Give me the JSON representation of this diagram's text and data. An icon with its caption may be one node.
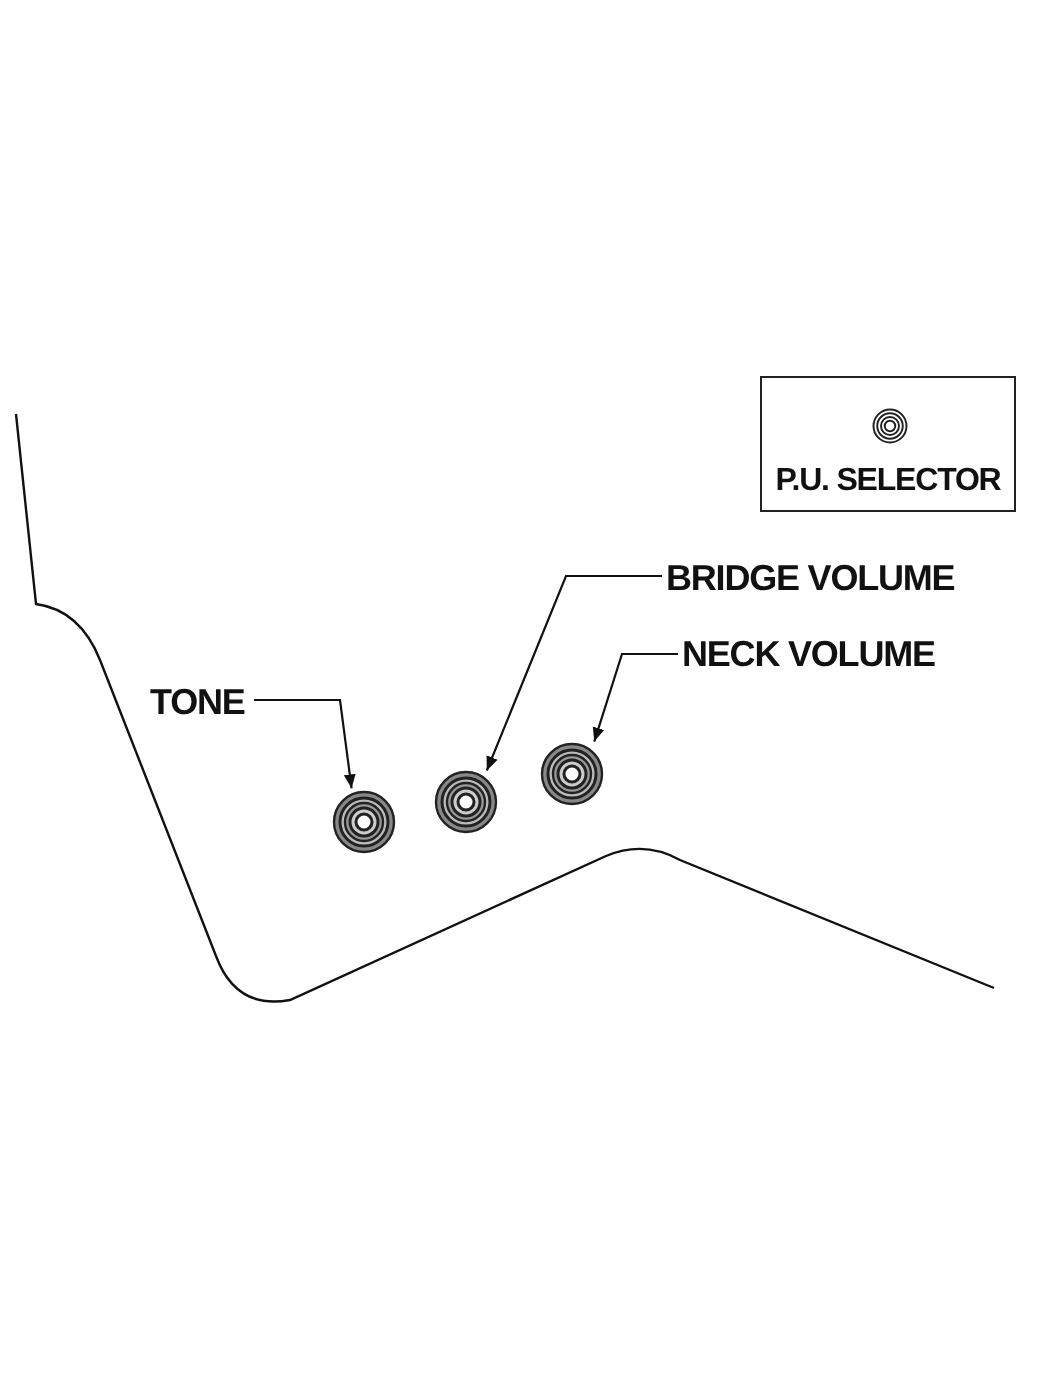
{
  "diagram": {
    "nodes": [
      {
        "text": [
          "P.U. SELECTOR"
        ]
      },
      {
        "text": [
          "BRIDGE VOLUME"
        ]
      },
      {
        "text": [
          "NECK VOLUME"
        ]
      },
      {
        "text": [
          "TONE"
        ]
      },
      {
        "text": [],
        "shape": "circle"
      },
      {
        "text": [],
        "shape": "circle"
      },
      {
        "text": [],
        "shape": "circle"
      }
    ],
    "edges": [
      {
        "from": 3,
        "to": 4,
        "arrow": "to"
      },
      {
        "from": 1,
        "to": 5,
        "arrow": "to"
      },
      {
        "from": 2,
        "to": 6,
        "arrow": "to"
      }
    ]
  }
}
